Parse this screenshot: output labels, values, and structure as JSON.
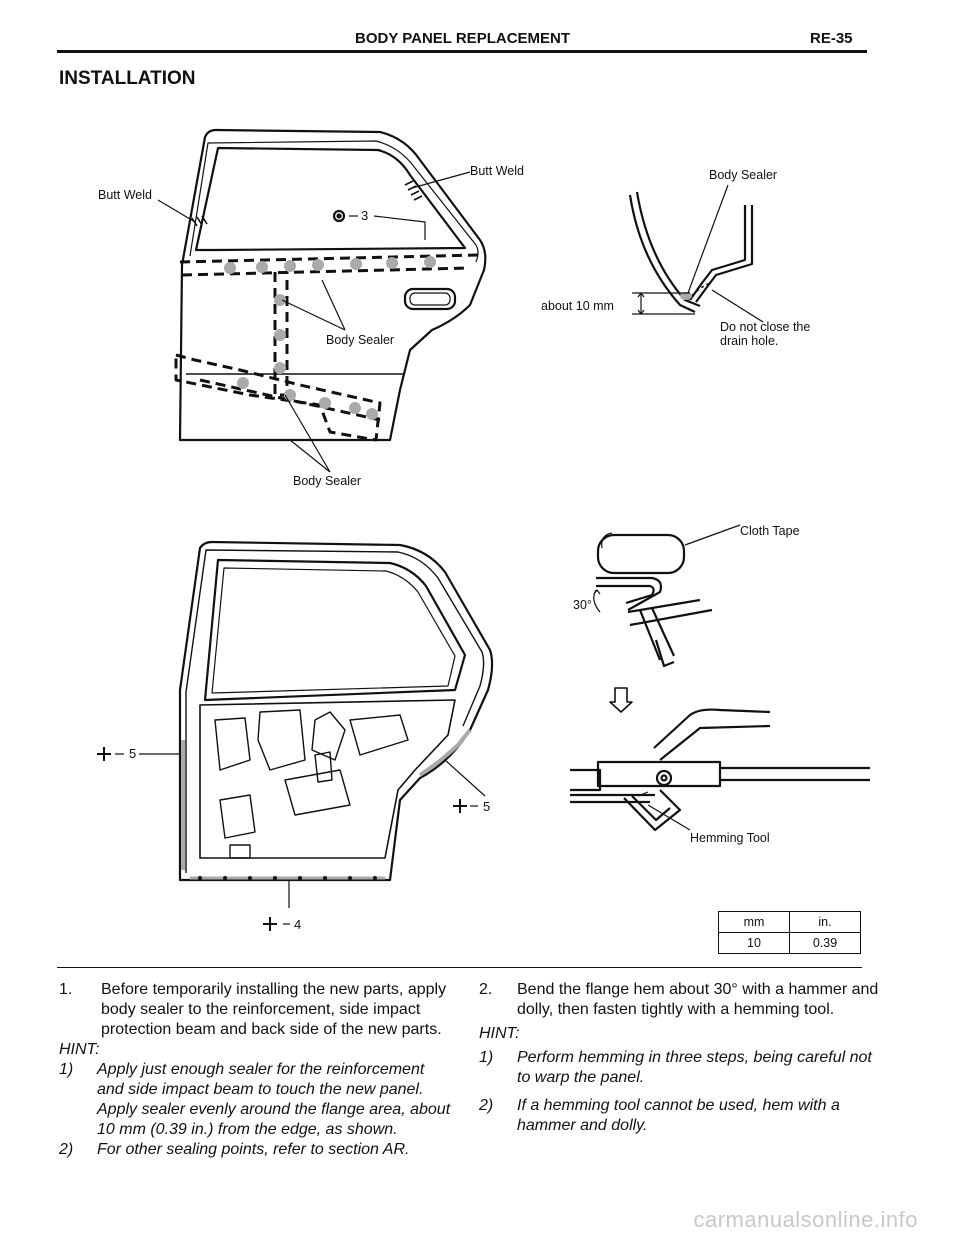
{
  "header": {
    "title": "BODY PANEL REPLACEMENT",
    "page": "RE-35"
  },
  "section_title": "INSTALLATION",
  "figure": {
    "labels": {
      "butt_weld_left": "Butt Weld",
      "butt_weld_right": "Butt Weld",
      "callout_3": "3",
      "body_sealer_mid": "Body Sealer",
      "body_sealer_bottom": "Body Sealer",
      "body_sealer_detail": "Body Sealer",
      "about_10mm": "about 10 mm",
      "drain_hole_line1": "Do not close the",
      "drain_hole_line2": "drain hole.",
      "callout_5_left": "5",
      "callout_5_right": "5",
      "callout_4": "4",
      "cloth_tape": "Cloth Tape",
      "angle_30": "30°",
      "hemming_tool": "Hemming Tool"
    },
    "unit_table": {
      "headers": [
        "mm",
        "in."
      ],
      "row": [
        "10",
        "0.39"
      ]
    }
  },
  "left_column": {
    "step_num": "1.",
    "step_text": "Before temporarily installing the new parts, apply body sealer to the reinforcement, side impact protection beam and back side of the new parts.",
    "hint_label": "HINT:",
    "hints": [
      {
        "num": "1)",
        "text": "Apply just enough sealer for the reinforcement and side impact beam to touch the new panel. Apply sealer evenly around the flange area, about 10 mm (0.39 in.) from the edge, as shown."
      },
      {
        "num": "2)",
        "text": "For other sealing points, refer to section AR."
      }
    ]
  },
  "right_column": {
    "step_num": "2.",
    "step_text": "Bend the flange hem about 30° with a hammer and dolly, then fasten tightly with a hemming tool.",
    "hint_label": "HINT:",
    "hints": [
      {
        "num": "1)",
        "text": "Perform hemming in three steps, being careful not to warp the panel."
      },
      {
        "num": "2)",
        "text": "If a hemming tool cannot be used, hem with a hammer and dolly."
      }
    ]
  },
  "watermark": "carmanualsonline.info"
}
